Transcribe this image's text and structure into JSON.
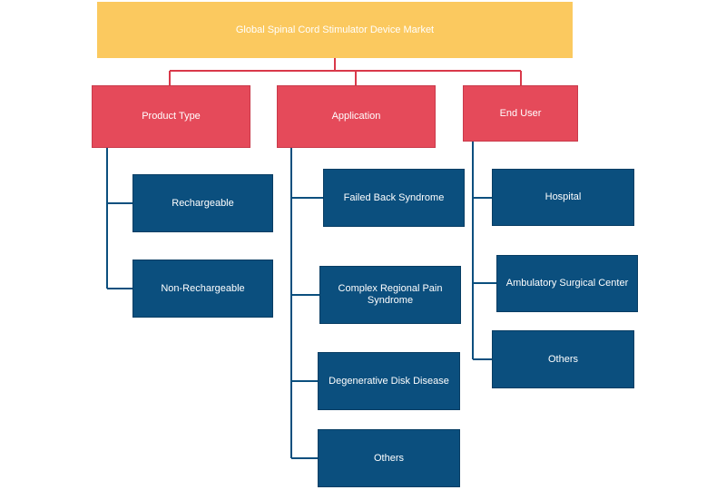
{
  "diagram": {
    "root": {
      "label": "Global Spinal Cord Stimulator Device Market"
    },
    "categories": [
      {
        "label": "Product Type",
        "items": [
          "Rechargeable",
          "Non-Rechargeable"
        ]
      },
      {
        "label": "Application",
        "items": [
          "Failed Back Syndrome",
          "Complex Regional Pain Syndrome",
          "Degenerative Disk Disease",
          "Others"
        ]
      },
      {
        "label": "End User",
        "items": [
          "Hospital",
          "Ambulatory Surgical Center",
          "Others"
        ]
      }
    ],
    "colors": {
      "root": "#fbc95f",
      "category": "#e54a5a",
      "leaf": "#0b4f7e",
      "connector_top": "#d9394a",
      "connector_bottom": "#0b4f7e"
    }
  }
}
